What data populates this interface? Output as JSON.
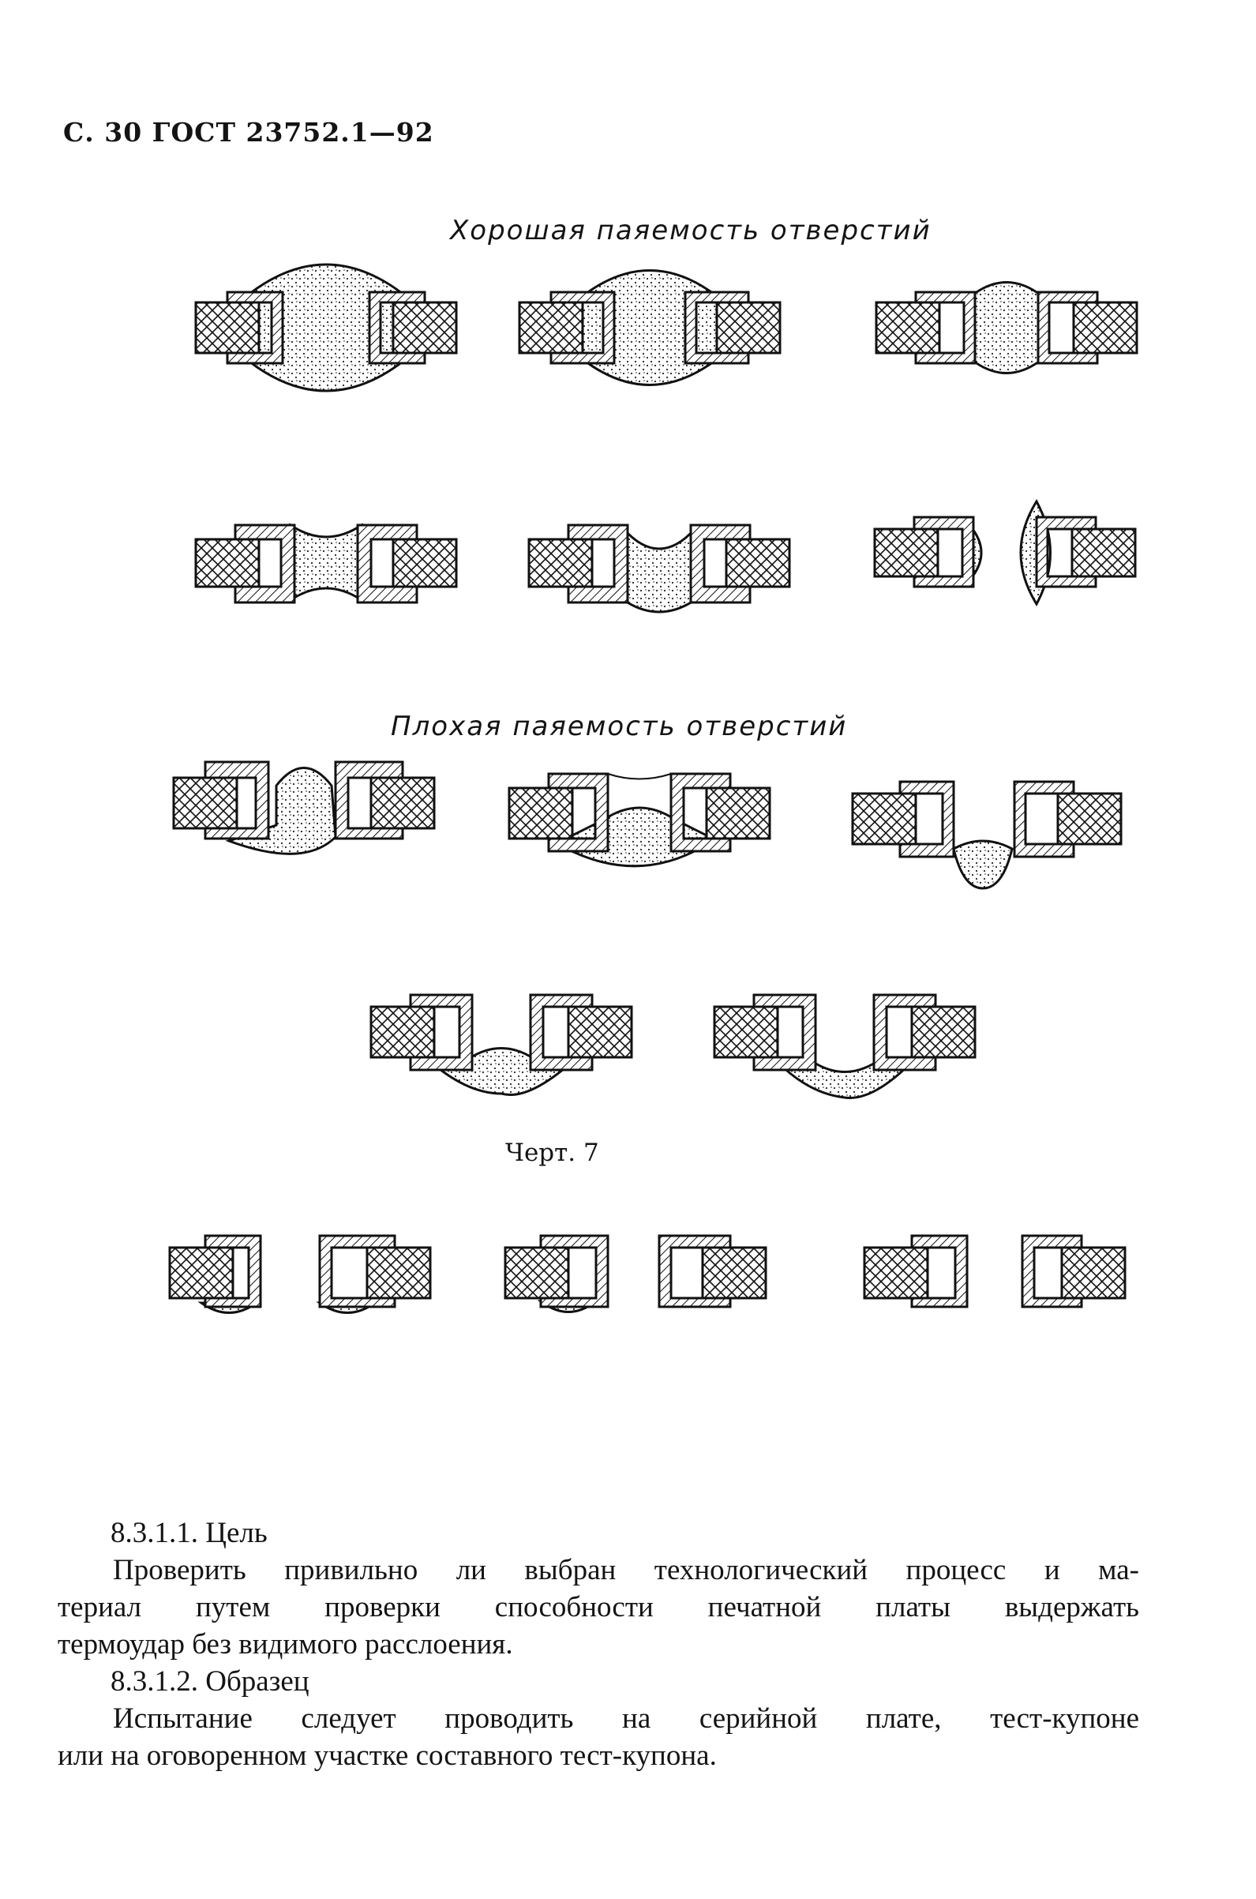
{
  "header": {
    "page_ref": "С. 30 ГОСТ 23752.1—92"
  },
  "figure": {
    "good_caption": "Хорошая паяемость отверстий",
    "bad_caption": "Плохая паяемость отверстий",
    "label": "Черт. 7"
  },
  "section_8_3_1_1": {
    "heading": "8.3.1.1. Цель",
    "line1": "Проверить привильно ли выбран технологический процесс и ма-",
    "line2": "териал путем  проверки способности  печатной платы выдержать",
    "line3": "термоудар без видимого расслоения."
  },
  "section_8_3_1_2": {
    "heading": "8.3.1.2. Образец",
    "line1": "Испытание следует проводить на серийной плате, тест-купоне",
    "line2": "или на оговоренном участке составного тест-купона."
  }
}
